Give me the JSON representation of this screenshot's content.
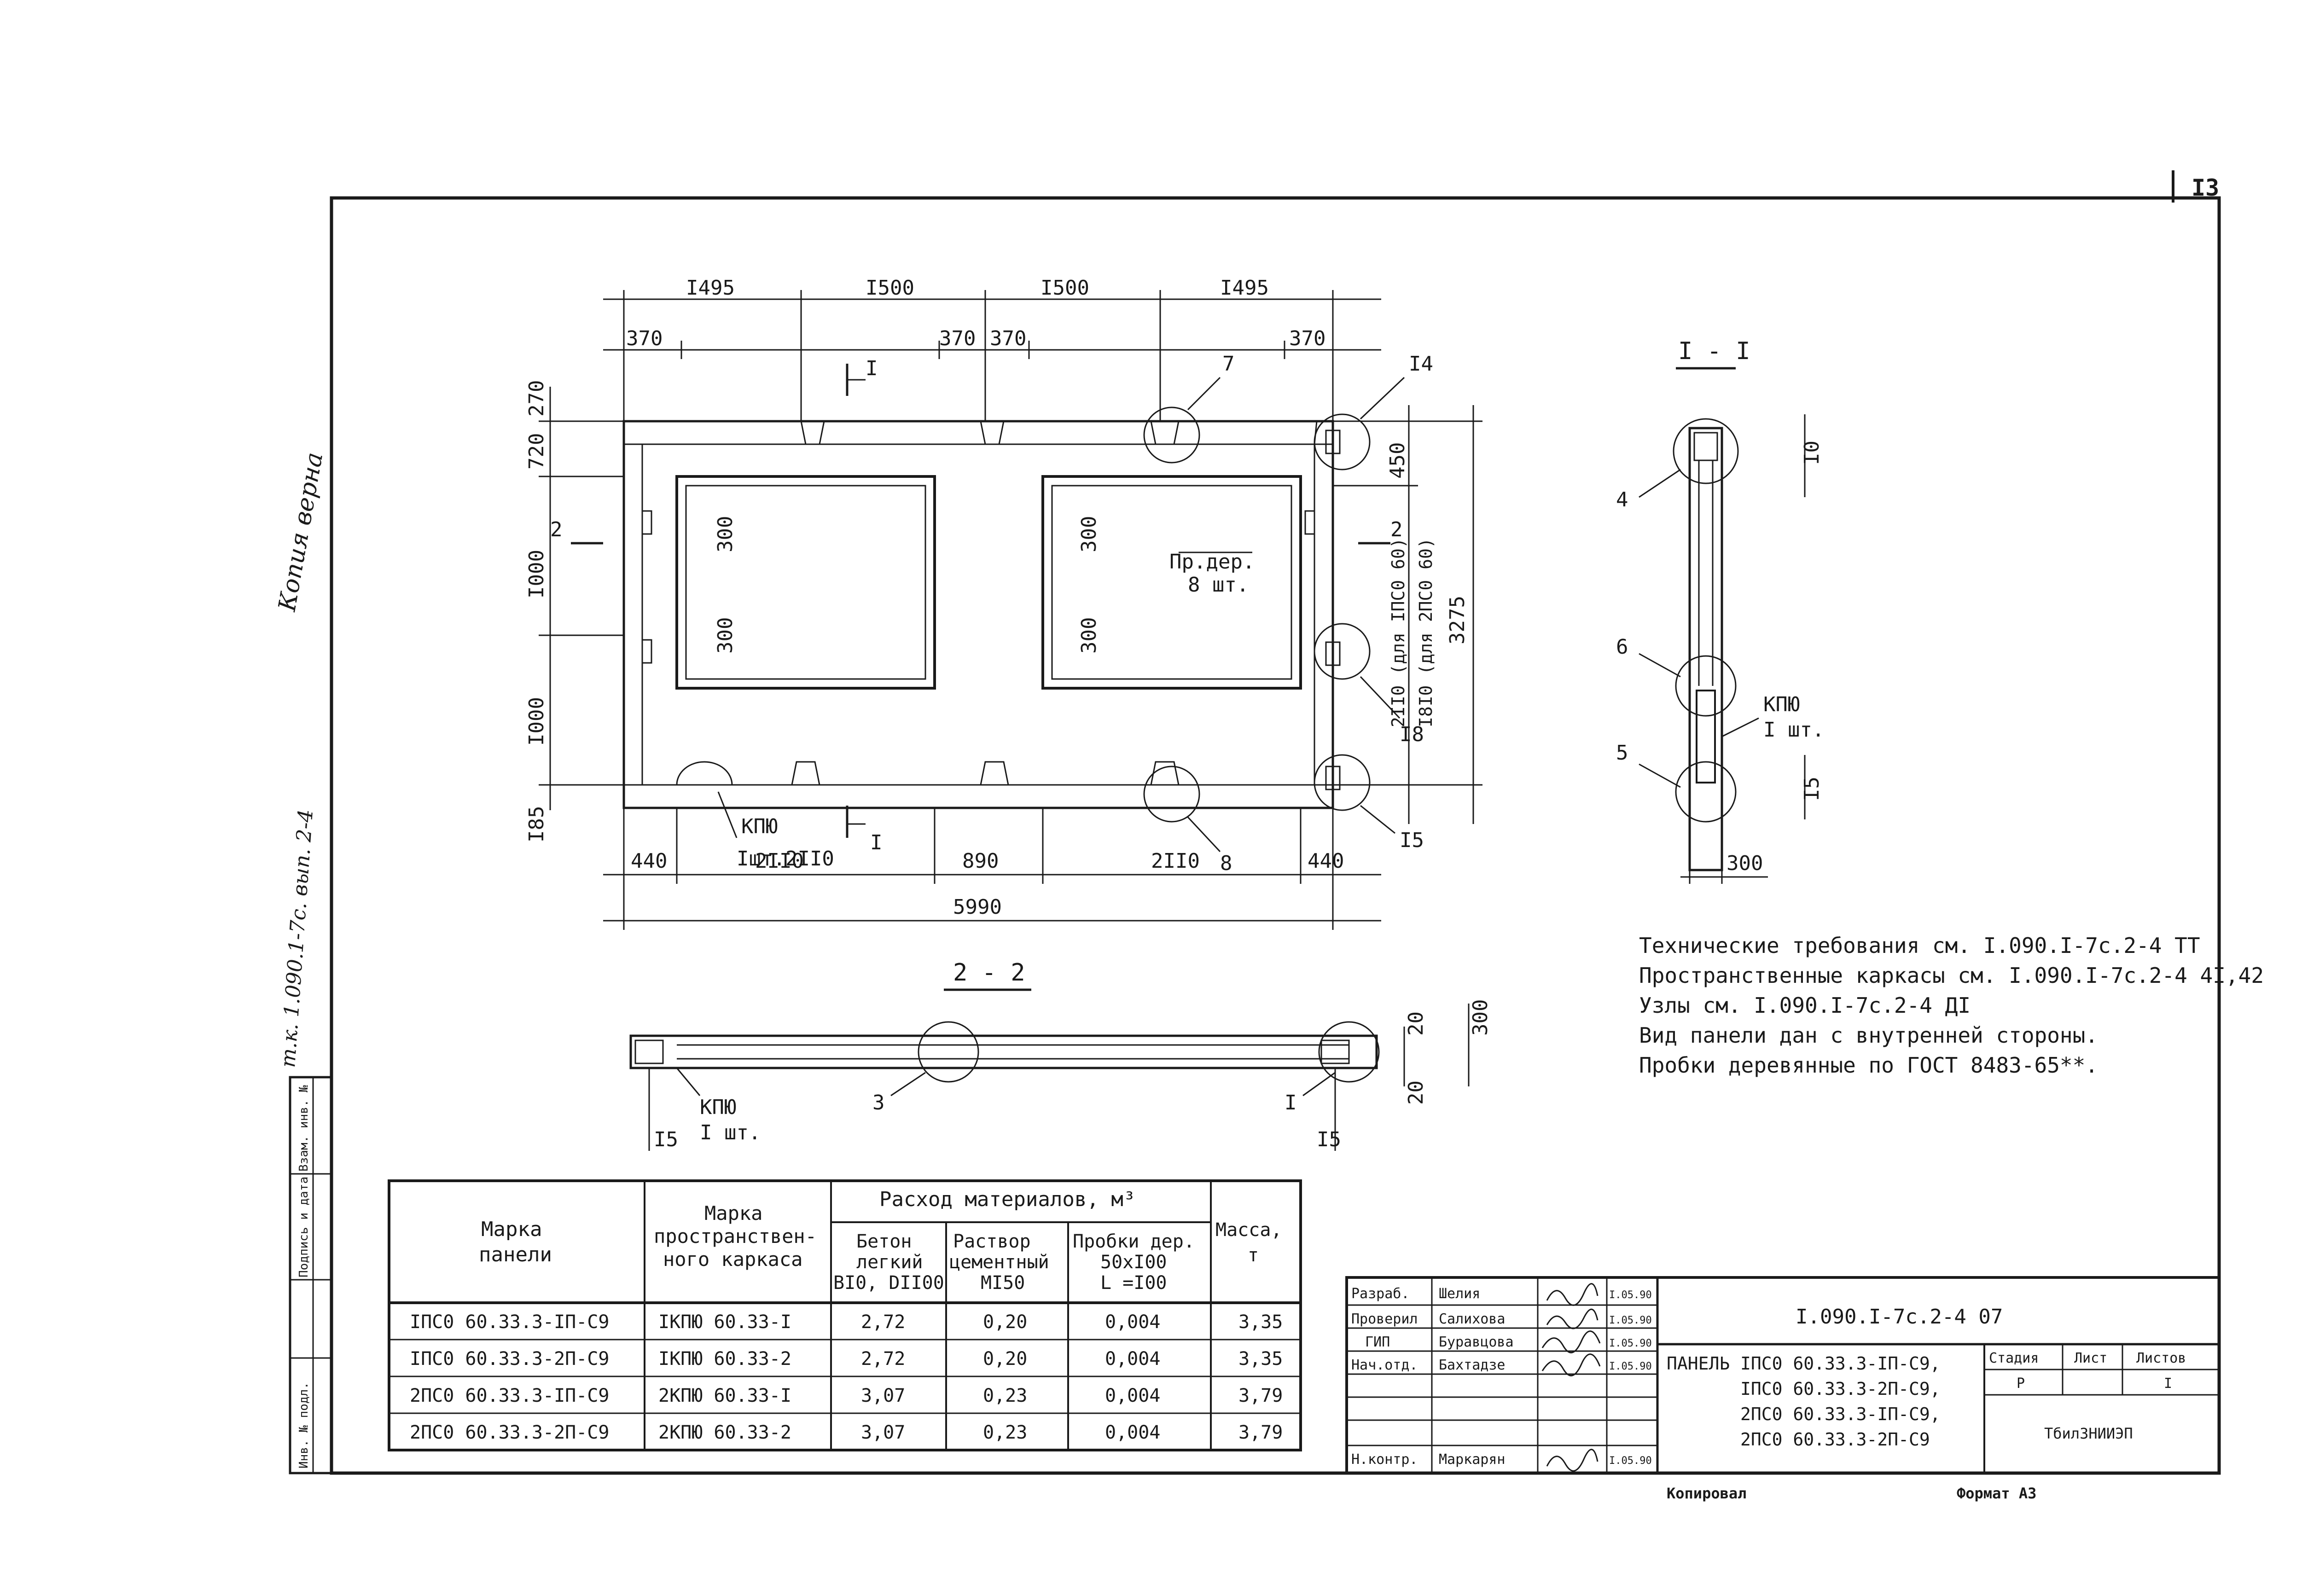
{
  "sheet": {
    "page_number": "I3",
    "side_note_copy": "Копия верна",
    "side_note_ref": "т.к. 1.090.1-7с. вып. 2-4",
    "copied_label": "Копировал",
    "format_label": "Формат А3"
  },
  "left_strip": {
    "labels": [
      "Взам. инв. №",
      "Подпись и дата",
      "Инв. № подл."
    ]
  },
  "plan": {
    "top_dims": [
      "I495",
      "I500",
      "I500",
      "I495"
    ],
    "top_offsets": [
      "370",
      "370",
      "370",
      "370"
    ],
    "left_dims": [
      "270",
      "720",
      "I000",
      "I000",
      "I85"
    ],
    "right_dims": [
      "450",
      "2II0 (для IПС0 60)",
      "I8I0 (для 2ПС0 60)",
      "3275"
    ],
    "bottom_dims": [
      "440",
      "2II0",
      "890",
      "2II0",
      "440"
    ],
    "overall_length": "5990",
    "opening_dims": [
      "300",
      "300",
      "300",
      "300"
    ],
    "note_plugs": [
      "Пр.дер.",
      "8 шт."
    ],
    "note_kpu": [
      "КПЮ",
      "Iшт.2II0"
    ],
    "section_mark": "I",
    "section_mark_2": "2",
    "node_labels": [
      "7",
      "I4",
      "I8",
      "8",
      "I5"
    ]
  },
  "section11": {
    "title": "I - I",
    "labels": [
      "4",
      "6",
      "5"
    ],
    "dims": [
      "I0",
      "I5",
      "300"
    ],
    "note": [
      "КПЮ",
      "I шт."
    ]
  },
  "section22": {
    "title": "2 - 2",
    "labels": [
      "3",
      "I"
    ],
    "dims_right": [
      "20",
      "300",
      "20"
    ],
    "dims_bottom": [
      "I5",
      "I5"
    ],
    "note": [
      "КПЮ",
      "I шт."
    ]
  },
  "notes": [
    "Технические требования см. I.090.I-7с.2-4 ТТ",
    "Пространственные каркасы см. I.090.I-7с.2-4 4I,42",
    "Узлы см.  I.090.I-7с.2-4 ДI",
    "Вид панели дан с внутренней стороны.",
    "Пробки деревянные по ГОСТ 8483-65**."
  ],
  "table": {
    "h_panel": [
      "Марка",
      "панели"
    ],
    "h_frame": [
      "Марка",
      "пространствен-",
      "ного каркаса"
    ],
    "h_materials": "Расход материалов, м³",
    "h_concrete": [
      "Бетон",
      "легкий",
      "BI0, DII00"
    ],
    "h_mortar": [
      "Раствор",
      "цементный",
      "МI50"
    ],
    "h_plugs": [
      "Пробки дер.",
      "50хI00",
      "L =I00"
    ],
    "h_mass": [
      "Масса,",
      "т"
    ],
    "rows": [
      [
        "IПС0 60.33.3-IП-С9",
        "IКПЮ 60.33-I",
        "2,72",
        "0,20",
        "0,004",
        "3,35"
      ],
      [
        "IПС0 60.33.3-2П-С9",
        "IКПЮ 60.33-2",
        "2,72",
        "0,20",
        "0,004",
        "3,35"
      ],
      [
        "2ПС0 60.33.3-IП-С9",
        "2КПЮ 60.33-I",
        "3,07",
        "0,23",
        "0,004",
        "3,79"
      ],
      [
        "2ПС0 60.33.3-2П-С9",
        "2КПЮ 60.33-2",
        "3,07",
        "0,23",
        "0,004",
        "3,79"
      ]
    ]
  },
  "title_block": {
    "signatures": [
      [
        "Разраб.",
        "Шелия",
        "",
        "I.05.90"
      ],
      [
        "Проверил",
        "Салихова",
        "",
        "I.05.90"
      ],
      [
        "ГИП",
        "Буравцова",
        "",
        "I.05.90"
      ],
      [
        "Нач.отд.",
        "Бахтадзе",
        "",
        "I.05.90"
      ],
      [
        "",
        "",
        "",
        ""
      ],
      [
        "",
        "",
        "",
        ""
      ],
      [
        "Н.контр.",
        "Маркарян",
        "",
        "I.05.90"
      ]
    ],
    "doc_code": "I.090.I-7с.2-4 07",
    "name_prefix": "ПАНЕЛЬ",
    "names": [
      "IПС0 60.33.3-IП-С9,",
      "IПС0 60.33.3-2П-С9,",
      "2ПС0 60.33.3-IП-С9,",
      "2ПС0 60.33.3-2П-С9"
    ],
    "stage_h": "Стадия",
    "sheet_h": "Лист",
    "sheets_h": "Листов",
    "stage_v": "Р",
    "sheet_v": "",
    "sheets_v": "I",
    "org": "ТбилЗНИИЭП"
  }
}
